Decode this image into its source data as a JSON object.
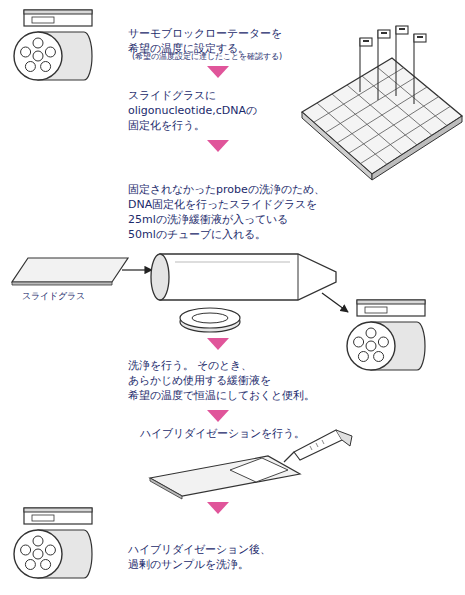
{
  "diagram": {
    "labels": [
      "サーモブロックローテーターを 希望の温度に設定する。",
      "(希望の温度設定に達したことを確認する)",
      "スライドグラスに oligonucleotide,cDNAの 固定化を行う。",
      "固定されなかったprobeの洗浄のため、 DNA固定化を行ったスライドグラスを 25mlの洗浄緩衝液が入っている 50mlのチューブに入れる。",
      "スライドグラス",
      "洗浄を行う。 そのとき、あらかじめ使用する緩衝液を 希望の温度で恒温にしておくと便利。",
      "ハイブリダイゼーションを行う。",
      "ハイブリダイゼーション後、 過剰のサンプルを洗浄。"
    ]
  }
}
